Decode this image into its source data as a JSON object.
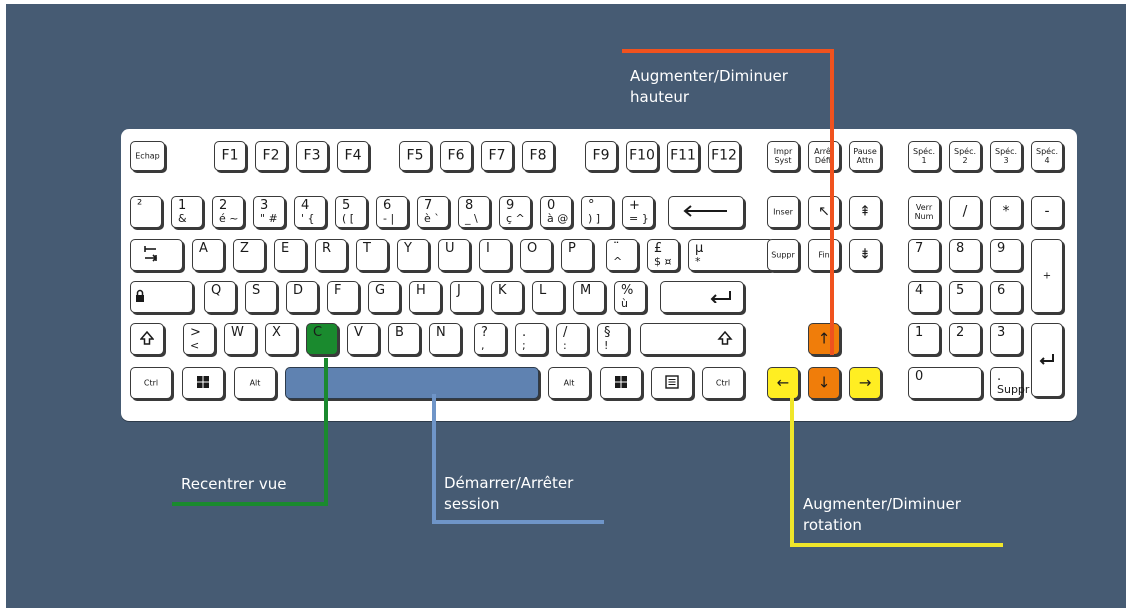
{
  "colors": {
    "background": "#465b73",
    "keyboard": "#ffffff",
    "recentrer": "#1a8a2e",
    "session": "#6f95c8",
    "hauteur": "#f0521e",
    "rotation": "#f0e62a"
  },
  "annotations": {
    "hauteur": "Augmenter/Diminuer\nhauteur",
    "recentrer": "Recentrer vue",
    "session": "Démarrer/Arrêter\nsession",
    "rotation": "Augmenter/Diminuer\nrotation"
  },
  "keyboard": {
    "function_row": [
      "Echap",
      "F1",
      "F2",
      "F3",
      "F4",
      "F5",
      "F6",
      "F7",
      "F8",
      "F9",
      "F10",
      "F11",
      "F12"
    ],
    "system_keys": [
      "Impr\nSyst",
      "Arrêt\nDéfil",
      "Pause\nAttn"
    ],
    "special_keys": [
      "Spéc.\n1",
      "Spéc.\n2",
      "Spéc.\n3",
      "Spéc.\n4"
    ],
    "number_row": [
      {
        "t": "²",
        "b": ""
      },
      {
        "t": "1",
        "b": "&"
      },
      {
        "t": "2",
        "b": "é ~"
      },
      {
        "t": "3",
        "b": "\" #"
      },
      {
        "t": "4",
        "b": "' {"
      },
      {
        "t": "5",
        "b": "( ["
      },
      {
        "t": "6",
        "b": "- |"
      },
      {
        "t": "7",
        "b": "è `"
      },
      {
        "t": "8",
        "b": "_ \\"
      },
      {
        "t": "9",
        "b": "ç ^"
      },
      {
        "t": "0",
        "b": "à @"
      },
      {
        "t": "°",
        "b": ") ]"
      },
      {
        "t": "+",
        "b": "= }"
      }
    ],
    "nav_top": [
      "Inser",
      "↖",
      "⇞"
    ],
    "nav_mid": [
      "Suppr",
      "Fin",
      "⇟"
    ],
    "numpad_top": [
      "Verr\nNum",
      "/",
      "*",
      "-"
    ],
    "tab_row": [
      "A",
      "Z",
      "E",
      "R",
      "T",
      "Y",
      "U",
      "I",
      "O",
      "P"
    ],
    "tab_extra": [
      {
        "t": "¨",
        "b": "^"
      },
      {
        "t": "£",
        "b": "$ ¤"
      },
      {
        "t": "µ",
        "b": "*"
      }
    ],
    "caps_row": [
      "Q",
      "S",
      "D",
      "F",
      "G",
      "H",
      "J",
      "K",
      "L",
      "M"
    ],
    "caps_extra": {
      "t": "%",
      "b": "ù"
    },
    "shift_row": [
      {
        "t": ">",
        "b": "<"
      },
      {
        "t": "W",
        "b": ""
      },
      {
        "t": "X",
        "b": ""
      },
      {
        "t": "C",
        "b": ""
      },
      {
        "t": "V",
        "b": ""
      },
      {
        "t": "B",
        "b": ""
      },
      {
        "t": "N",
        "b": ""
      },
      {
        "t": "?",
        "b": ","
      },
      {
        "t": ".",
        "b": ";"
      },
      {
        "t": "/",
        "b": ":"
      },
      {
        "t": "§",
        "b": "!"
      }
    ],
    "bottom_row": {
      "ctrl": "Ctrl",
      "alt": "Alt",
      "altgr": "Alt",
      "ctrl_r": "Ctrl"
    },
    "numpad": {
      "n7": "7",
      "n8": "8",
      "n9": "9",
      "plus": "+",
      "n4": "4",
      "n5": "5",
      "n6": "6",
      "n1": "1",
      "n2": "2",
      "n3": "3",
      "n0": "0",
      "dot_t": ".",
      "dot_b": "Suppr"
    },
    "arrows": {
      "up": "↑",
      "down": "↓",
      "left": "←",
      "right": "→"
    }
  }
}
